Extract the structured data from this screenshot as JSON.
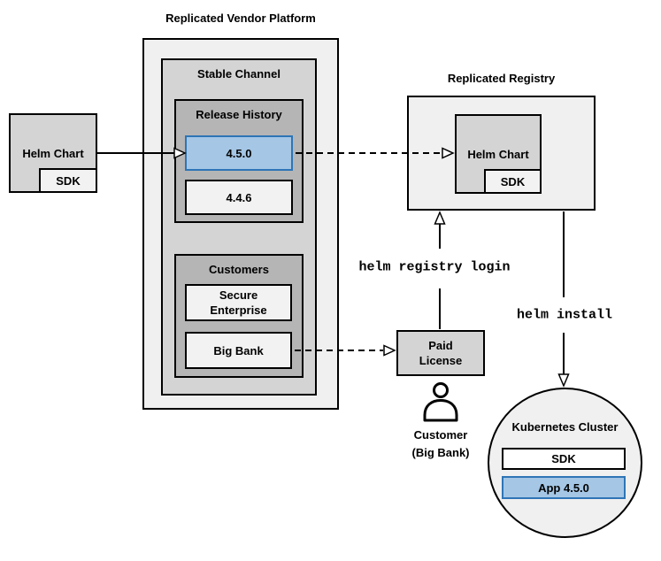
{
  "colors": {
    "canvas-bg": "#ffffff",
    "container-fill": "#f0f0f0",
    "mid-fill": "#d4d4d4",
    "dark-fill": "#b5b5b5",
    "item-fill": "#f2f2f2",
    "white-fill": "#ffffff",
    "line": "#000000",
    "highlight-fill": "#a5c6e5",
    "highlight-border": "#2e75b6",
    "highlight-text": "#1f5582"
  },
  "source_chart": {
    "label": "Helm Chart",
    "sdk": "SDK"
  },
  "vendor_platform": {
    "title": "Replicated Vendor Platform",
    "stable_channel": {
      "label": "Stable Channel",
      "release_history": {
        "label": "Release History",
        "releases": [
          {
            "version": "4.5.0",
            "highlighted": true
          },
          {
            "version": "4.4.6",
            "highlighted": false
          }
        ]
      },
      "customers": {
        "label": "Customers",
        "items": [
          {
            "name": "Secure Enterprise"
          },
          {
            "name": "Big Bank"
          }
        ]
      }
    }
  },
  "registry": {
    "title": "Replicated Registry",
    "helm_chart": "Helm Chart",
    "sdk": "SDK"
  },
  "paid_license": {
    "label": "Paid License"
  },
  "customer": {
    "line1": "Customer",
    "line2": "(Big Bank)"
  },
  "commands": {
    "registry_login": "helm registry login",
    "install": "helm install"
  },
  "cluster": {
    "title": "Kubernetes Cluster",
    "sdk": "SDK",
    "app": "App 4.5.0"
  }
}
